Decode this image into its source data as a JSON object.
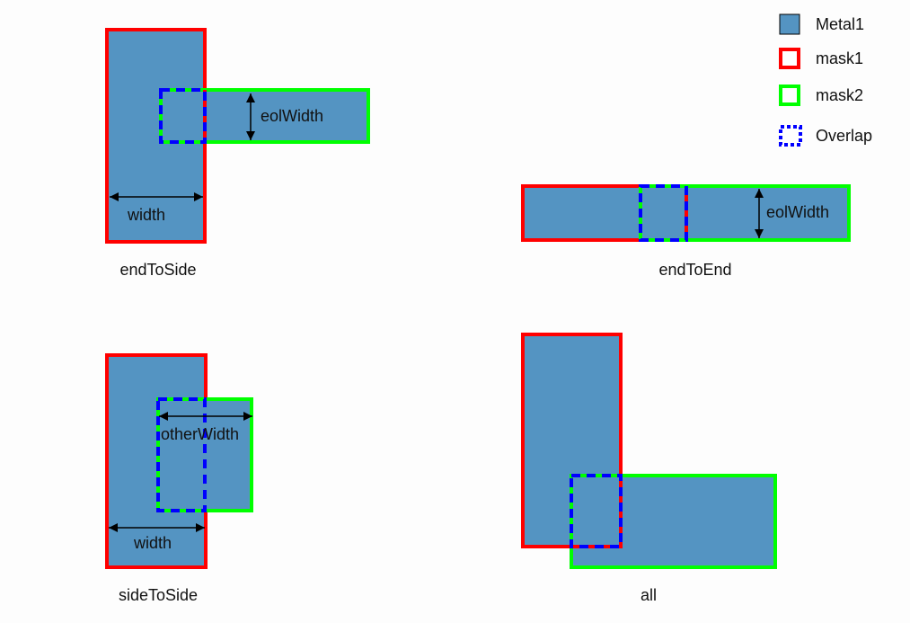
{
  "colors": {
    "metal": "#5494c2",
    "mask1": "#ff0000",
    "mask2": "#00ff00",
    "overlap": "#0000ff",
    "arrow": "#000000"
  },
  "legend": [
    {
      "label": "Metal1",
      "kind": "metal"
    },
    {
      "label": "mask1",
      "kind": "mask1"
    },
    {
      "label": "mask2",
      "kind": "mask2"
    },
    {
      "label": "Overlap",
      "kind": "overlap"
    }
  ],
  "panels": {
    "endToSide": {
      "caption": "endToSide",
      "dim_eol": "eolWidth",
      "dim_width": "width"
    },
    "endToEnd": {
      "caption": "endToEnd",
      "dim_eol": "eolWidth"
    },
    "sideToSide": {
      "caption": "sideToSide",
      "dim_other": "otherWidth",
      "dim_width": "width"
    },
    "all": {
      "caption": "all"
    }
  }
}
